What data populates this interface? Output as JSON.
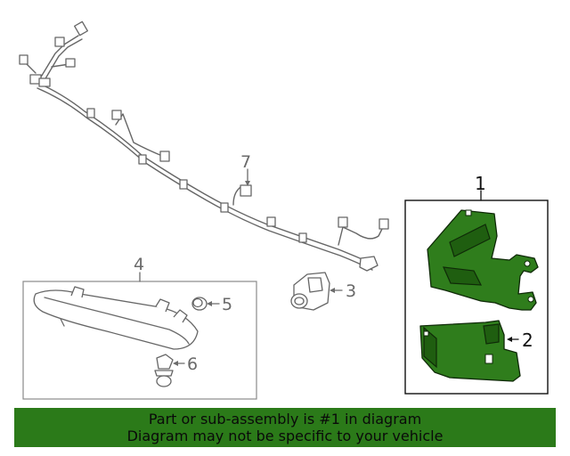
{
  "callouts": {
    "c1": "1",
    "c2": "2",
    "c3": "3",
    "c4": "4",
    "c5": "5",
    "c6": "6",
    "c7": "7"
  },
  "banner": {
    "line1": "Part or sub-assembly is #1 in diagram",
    "line2": "Diagram may not be specific to your vehicle"
  },
  "colors": {
    "highlight_part": "#2f7d1c",
    "banner_background": "#2b7a19"
  }
}
